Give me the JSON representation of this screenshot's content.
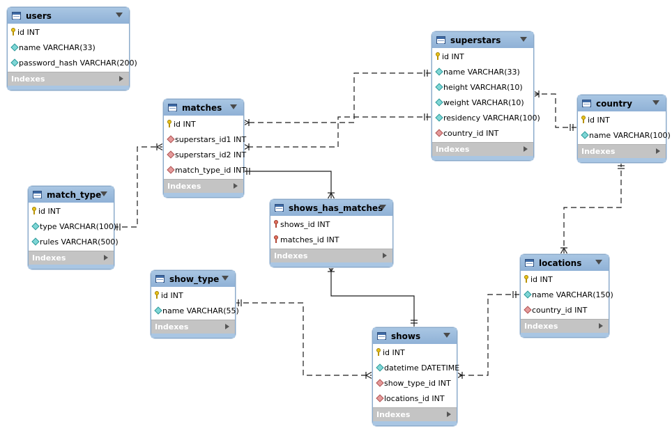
{
  "diagram": {
    "tables": [
      {
        "id": "users",
        "name": "users",
        "columns": [
          {
            "label": "id INT",
            "kind": "key"
          },
          {
            "label": "name VARCHAR(33)",
            "kind": "attr"
          },
          {
            "label": "password_hash VARCHAR(200)",
            "kind": "attr"
          }
        ],
        "indexes_label": "Indexes"
      },
      {
        "id": "matches",
        "name": "matches",
        "columns": [
          {
            "label": "id INT",
            "kind": "key"
          },
          {
            "label": "superstars_id1 INT",
            "kind": "fk"
          },
          {
            "label": "superstars_id2 INT",
            "kind": "fk"
          },
          {
            "label": "match_type_id INT",
            "kind": "fk"
          }
        ],
        "indexes_label": "Indexes"
      },
      {
        "id": "superstars",
        "name": "superstars",
        "columns": [
          {
            "label": "id INT",
            "kind": "key"
          },
          {
            "label": "name VARCHAR(33)",
            "kind": "attr"
          },
          {
            "label": "height VARCHAR(10)",
            "kind": "attr"
          },
          {
            "label": "weight VARCHAR(10)",
            "kind": "attr"
          },
          {
            "label": "residency VARCHAR(100)",
            "kind": "attr"
          },
          {
            "label": "country_id INT",
            "kind": "fk"
          }
        ],
        "indexes_label": "Indexes"
      },
      {
        "id": "country",
        "name": "country",
        "columns": [
          {
            "label": "id INT",
            "kind": "key"
          },
          {
            "label": "name VARCHAR(100)",
            "kind": "attr"
          }
        ],
        "indexes_label": "Indexes"
      },
      {
        "id": "match_type",
        "name": "match_type",
        "columns": [
          {
            "label": "id INT",
            "kind": "key"
          },
          {
            "label": "type VARCHAR(100)",
            "kind": "attr"
          },
          {
            "label": "rules VARCHAR(500)",
            "kind": "attr"
          }
        ],
        "indexes_label": "Indexes"
      },
      {
        "id": "shows_has_matches",
        "name": "shows_has_matches",
        "columns": [
          {
            "label": "shows_id INT",
            "kind": "fkey"
          },
          {
            "label": "matches_id INT",
            "kind": "fkey"
          }
        ],
        "indexes_label": "Indexes"
      },
      {
        "id": "show_type",
        "name": "show_type",
        "columns": [
          {
            "label": "id INT",
            "kind": "key"
          },
          {
            "label": "name VARCHAR(55)",
            "kind": "attr"
          }
        ],
        "indexes_label": "Indexes"
      },
      {
        "id": "locations",
        "name": "locations",
        "columns": [
          {
            "label": "id INT",
            "kind": "key"
          },
          {
            "label": "name VARCHAR(150)",
            "kind": "attr"
          },
          {
            "label": "country_id INT",
            "kind": "fk"
          }
        ],
        "indexes_label": "Indexes"
      },
      {
        "id": "shows",
        "name": "shows",
        "columns": [
          {
            "label": "id INT",
            "kind": "key"
          },
          {
            "label": "datetime DATETIME",
            "kind": "attr"
          },
          {
            "label": "show_type_id INT",
            "kind": "fk"
          },
          {
            "label": "locations_id INT",
            "kind": "fk"
          }
        ],
        "indexes_label": "Indexes"
      }
    ],
    "relationships": [
      {
        "id": "superstars-matches-1",
        "from": "superstars",
        "to": "matches",
        "style": "dashed"
      },
      {
        "id": "superstars-matches-2",
        "from": "superstars",
        "to": "matches",
        "style": "dashed"
      },
      {
        "id": "country-superstars",
        "from": "country",
        "to": "superstars",
        "style": "dashed"
      },
      {
        "id": "match_type-matches",
        "from": "match_type",
        "to": "matches",
        "style": "dashed"
      },
      {
        "id": "matches-shows_has_matches",
        "from": "matches",
        "to": "shows_has_matches",
        "style": "solid"
      },
      {
        "id": "shows-shows_has_matches",
        "from": "shows",
        "to": "shows_has_matches",
        "style": "solid"
      },
      {
        "id": "country-locations",
        "from": "country",
        "to": "locations",
        "style": "dashed"
      },
      {
        "id": "locations-shows",
        "from": "locations",
        "to": "shows",
        "style": "dashed"
      },
      {
        "id": "show_type-shows",
        "from": "show_type",
        "to": "shows",
        "style": "dashed"
      }
    ],
    "colors": {
      "header": "#9dbddf",
      "index_bar": "#c4c4c4",
      "primary_key": "#e8c21b",
      "attribute": "#7fd6d6",
      "foreign_key": "#e49a9a"
    }
  }
}
